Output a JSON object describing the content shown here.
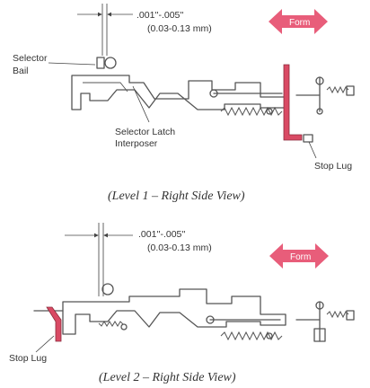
{
  "views": [
    {
      "clearance": ".001''-.005''",
      "clearance_metric": "(0.03-0.13 mm)",
      "arrow_label": "Form",
      "labels": {
        "selector_bail": [
          "Selector",
          "Bail"
        ],
        "selector_latch_interposer": [
          "Selector Latch",
          "Interposer"
        ],
        "stop_lug": "Stop Lug"
      },
      "caption": "(Level 1 – Right Side View)"
    },
    {
      "clearance": ".001''-.005''",
      "clearance_metric": "(0.03-0.13 mm)",
      "arrow_label": "Form",
      "labels": {
        "stop_lug": "Stop Lug"
      },
      "caption": "(Level 2 – Right Side View)"
    }
  ],
  "colors": {
    "highlight": "#d94a64",
    "arrow": "#e85d7a",
    "line": "#555555",
    "text": "#333333"
  }
}
